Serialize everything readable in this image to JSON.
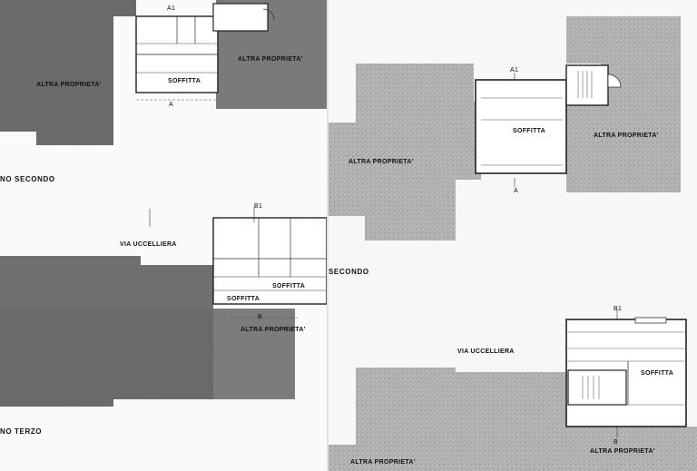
{
  "left_sheet": {
    "floor_labels": [
      "NO SECONDO",
      "NO TERZO"
    ],
    "room_labels": {
      "soffitta": "SOFFITTA",
      "altra_proprieta": "ALTRA PROPRIETA'",
      "via": "VIA UCCELLIERA",
      "sezione_a": "A",
      "sezione_b": "B",
      "sezione_a1": "A1",
      "sezione_b1": "B1"
    }
  },
  "right_sheet": {
    "floor_label": "SECONDO",
    "room_labels": {
      "soffitta_upper": "SOFFITTA",
      "soffitta_lower": "SOFFITTA",
      "altra_proprieta_left": "ALTRA PROPRIETA'",
      "altra_proprieta_right": "ALTRA PROPRIETA'",
      "altra_proprieta_bottom": "ALTRA PROPRIETA'",
      "altra_proprieta_footer": "ALTRA PROPRIETA'",
      "via": "VIA UCCELLIERA",
      "sezione_a": "A",
      "sezione_a1": "A1",
      "sezione_b": "B",
      "sezione_b1": "B1"
    }
  }
}
